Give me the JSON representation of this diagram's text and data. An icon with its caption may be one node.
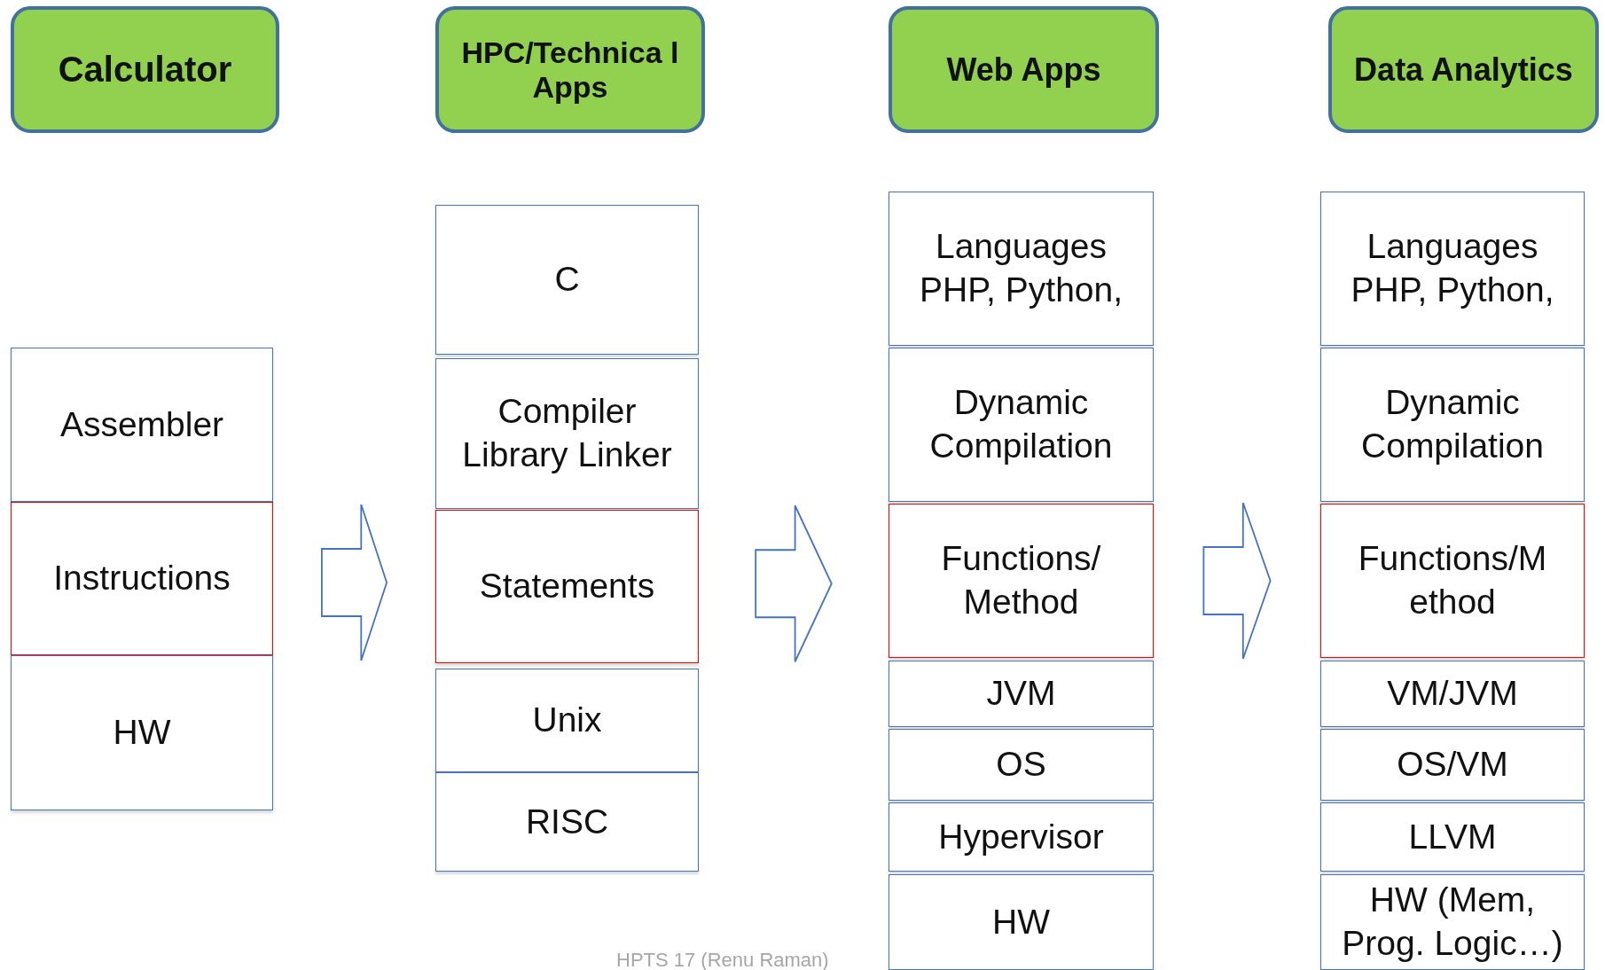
{
  "diagram": {
    "nodes": [
      {
        "text": [
          "Calculator"
        ]
      },
      {
        "text": [
          "HPC/Technica l Apps"
        ]
      },
      {
        "text": [
          "Web Apps"
        ]
      },
      {
        "text": [
          "Data Analytics"
        ]
      },
      {
        "text": [
          "Assembler"
        ]
      },
      {
        "text": [
          "Instructions"
        ]
      },
      {
        "text": [
          "HW"
        ]
      },
      {
        "text": [
          "C"
        ]
      },
      {
        "text": [
          "Compiler Library Linker"
        ]
      },
      {
        "text": [
          "Statements"
        ]
      },
      {
        "text": [
          "Unix"
        ]
      },
      {
        "text": [
          "RISC"
        ]
      },
      {
        "text": [
          "Languages PHP, Python,"
        ]
      },
      {
        "text": [
          "Dynamic Compilation"
        ]
      },
      {
        "text": [
          "Functions/ Method"
        ]
      },
      {
        "text": [
          "JVM"
        ]
      },
      {
        "text": [
          "OS"
        ]
      },
      {
        "text": [
          "Hypervisor"
        ]
      },
      {
        "text": [
          "HW"
        ]
      },
      {
        "text": [
          "Languages PHP, Python,"
        ]
      },
      {
        "text": [
          "Dynamic Compilation"
        ]
      },
      {
        "text": [
          "Functions/M ethod"
        ]
      },
      {
        "text": [
          "VM/JVM"
        ]
      },
      {
        "text": [
          "OS/VM"
        ]
      },
      {
        "text": [
          "LLVM"
        ]
      },
      {
        "text": [
          "HW (Mem, Prog. Logic…)"
        ]
      }
    ],
    "edges": [
      {
        "from": 5,
        "to": 9,
        "arrow": "to"
      },
      {
        "from": 9,
        "to": 14,
        "arrow": "to"
      },
      {
        "from": 14,
        "to": 21,
        "arrow": "to"
      }
    ],
    "labels": [
      "HPTS 17 (Renu Raman)"
    ]
  }
}
